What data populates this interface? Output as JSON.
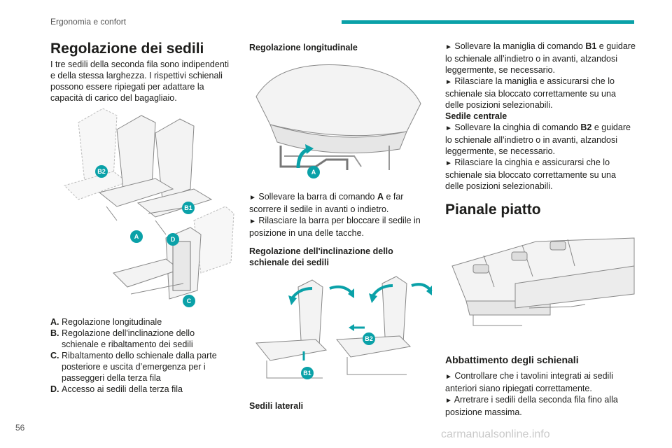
{
  "header": {
    "section": "Ergonomia e confort"
  },
  "page_number": "56",
  "watermark": "carmanualsonline.info",
  "col1": {
    "title": "Regolazione dei sedili",
    "intro": "I tre sedili della seconda fila sono indipendenti e della stessa larghezza. I rispettivi schienali possono essere ripiegati per adattare la capacità di carico del bagagliaio.",
    "callouts": [
      "B2",
      "B1",
      "A",
      "D",
      "C"
    ],
    "legend": [
      {
        "key": "A.",
        "text": "Regolazione longitudinale"
      },
      {
        "key": "B.",
        "text": "Regolazione dell'inclinazione dello schienale e ribaltamento dei sedili"
      },
      {
        "key": "C.",
        "text": "Ribaltamento dello schienale dalla parte posteriore e uscita d’emergenza per i passeggeri della terza fila"
      },
      {
        "key": "D.",
        "text": "Accesso ai sedili della terza fila"
      }
    ]
  },
  "col2": {
    "heading1": "Regolazione longitudinale",
    "callout_a": "A",
    "steps1": [
      {
        "pre": "Sollevare la barra di comando ",
        "bold": "A",
        "post": " e far scorrere il sedile in avanti o indietro."
      },
      {
        "pre": "Rilasciare la barra per bloccare il sedile in posizione in una delle tacche.",
        "bold": "",
        "post": ""
      }
    ],
    "heading2": "Regolazione dell'inclinazione dello schienale dei sedili",
    "callout_b1": "B1",
    "callout_b2": "B2",
    "subheading": "Sedili laterali"
  },
  "col3": {
    "steps1": [
      {
        "pre": "Sollevare la maniglia di comando ",
        "bold": "B1",
        "post": " e guidare lo schienale all’indietro o in avanti, alzandosi leggermente, se necessario."
      },
      {
        "pre": "Rilasciare la maniglia e assicurarsi che lo schienale sia bloccato correttamente su una delle posizioni selezionabili.",
        "bold": "",
        "post": ""
      }
    ],
    "subheading": "Sedile centrale",
    "steps2": [
      {
        "pre": "Sollevare la cinghia di comando ",
        "bold": "B2",
        "post": " e guidare lo schienale all’indietro o in avanti, alzandosi leggermente, se necessario."
      },
      {
        "pre": "Rilasciare la cinghia e assicurarsi che lo schienale sia bloccato correttamente su una delle posizioni selezionabili.",
        "bold": "",
        "post": ""
      }
    ],
    "title2": "Pianale piatto",
    "heading3": "Abbattimento degli schienali",
    "steps3": [
      {
        "pre": "Controllare che i tavolini integrati ai sedili anteriori siano ripiegati correttamente.",
        "bold": "",
        "post": ""
      },
      {
        "pre": "Arretrare i sedili della seconda fila fino alla posizione massima.",
        "bold": "",
        "post": ""
      }
    ]
  },
  "arrow_glyph": "►",
  "colors": {
    "accent": "#0aa1a8",
    "text": "#1d1d1b"
  }
}
